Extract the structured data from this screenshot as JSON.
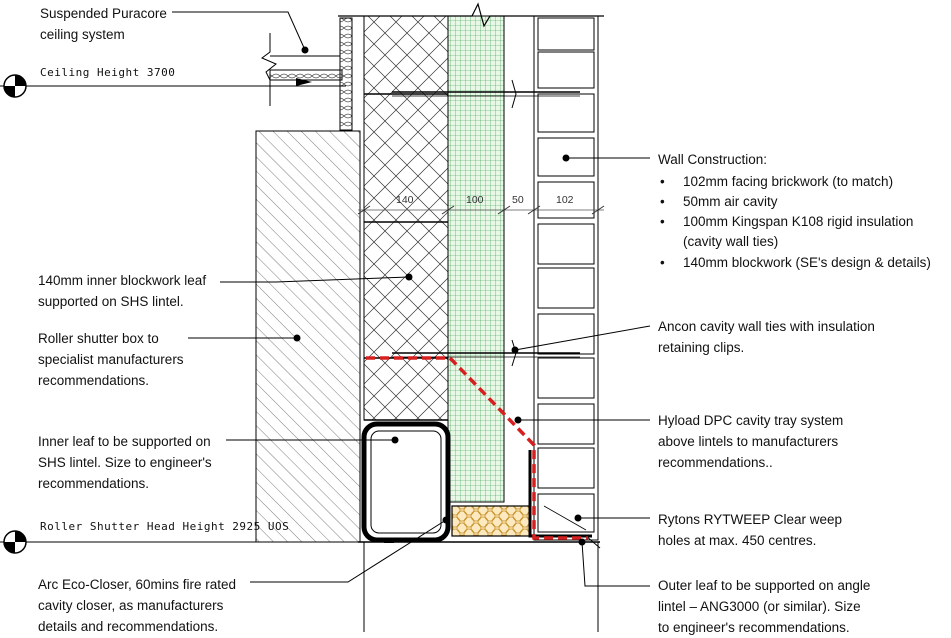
{
  "levels": {
    "ceiling": "Ceiling Height 3700",
    "head": "Roller Shutter Head Height 2925 UOS"
  },
  "dimensions": [
    "140",
    "100",
    "50",
    "102"
  ],
  "labels": {
    "ceiling_system": [
      "Suspended Puracore",
      "ceiling system"
    ],
    "inner_leaf": [
      "140mm inner blockwork leaf",
      "supported on SHS lintel."
    ],
    "shutter_box": [
      "Roller shutter box to",
      "specialist manufacturers",
      "recommendations."
    ],
    "inner_support": [
      "Inner leaf to be supported on",
      "SHS lintel. Size to engineer's",
      "recommendations."
    ],
    "eco_closer": [
      "Arc Eco-Closer, 60mins fire rated",
      "cavity closer, as manufacturers",
      "details and recommendations."
    ],
    "wall_construction": {
      "title": "Wall Construction:",
      "items": [
        [
          "102mm facing brickwork (to match)"
        ],
        [
          "50mm air cavity"
        ],
        [
          "100mm Kingspan K108 rigid insulation",
          "(cavity wall ties)"
        ],
        [
          "140mm blockwork (SE's design & details)"
        ]
      ]
    },
    "ancon": [
      "Ancon cavity wall ties with insulation",
      "retaining clips."
    ],
    "hyload": [
      "Hyload DPC cavity tray system",
      "above lintels to manufacturers",
      "recommendations.."
    ],
    "rytons": [
      "Rytons RYTWEEP Clear weep",
      "holes at max. 450 centres."
    ],
    "outer_leaf": [
      "Outer leaf to be supported on angle",
      "lintel – ANG3000 (or similar). Size",
      "to engineer's recommendations."
    ]
  },
  "colors": {
    "dpc": "#d62020",
    "insulation_grid": "#2e9a4a",
    "insulation_bg": "#e9f7e6",
    "closer": "#f0c070",
    "ink": "#000000"
  }
}
